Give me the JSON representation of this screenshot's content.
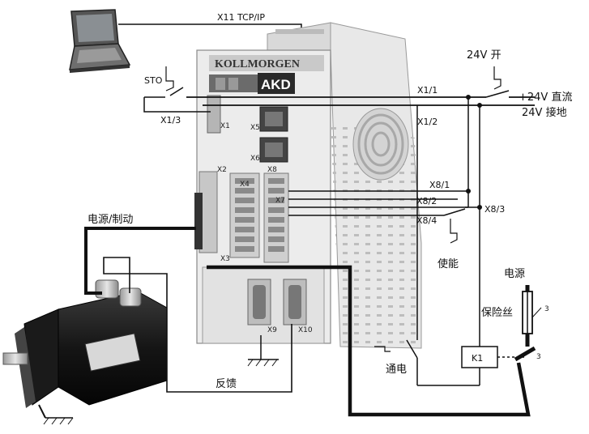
{
  "drive": {
    "brand": "KOLLMORGEN",
    "model": "AKD",
    "connectors": {
      "x1": "X1",
      "x2": "X2",
      "x3": "X3",
      "x4": "X4",
      "x5": "X5",
      "x6": "X6",
      "x7": "X7",
      "x8": "X8",
      "x9": "X9",
      "x10": "X10"
    }
  },
  "labels": {
    "tcpip": "X11 TCP/IP",
    "sto": "STO",
    "x1_3": "X1/3",
    "x1_1": "X1/1",
    "x1_2": "X1/2",
    "supply_switch": "24V 开",
    "supply_plus": "+24V 直流",
    "supply_ground": "24V 接地",
    "x8_1": "X8/1",
    "x8_2": "X8/2",
    "x8_3": "X8/3",
    "x8_4": "X8/4",
    "enable": "使能",
    "power_brake": "电源/制动",
    "mains": "电源",
    "fuse": "保险丝",
    "contactor": "K1",
    "power_on": "通电",
    "feedback": "反馈",
    "callout_fuse": "3",
    "callout_contactor": "3"
  }
}
